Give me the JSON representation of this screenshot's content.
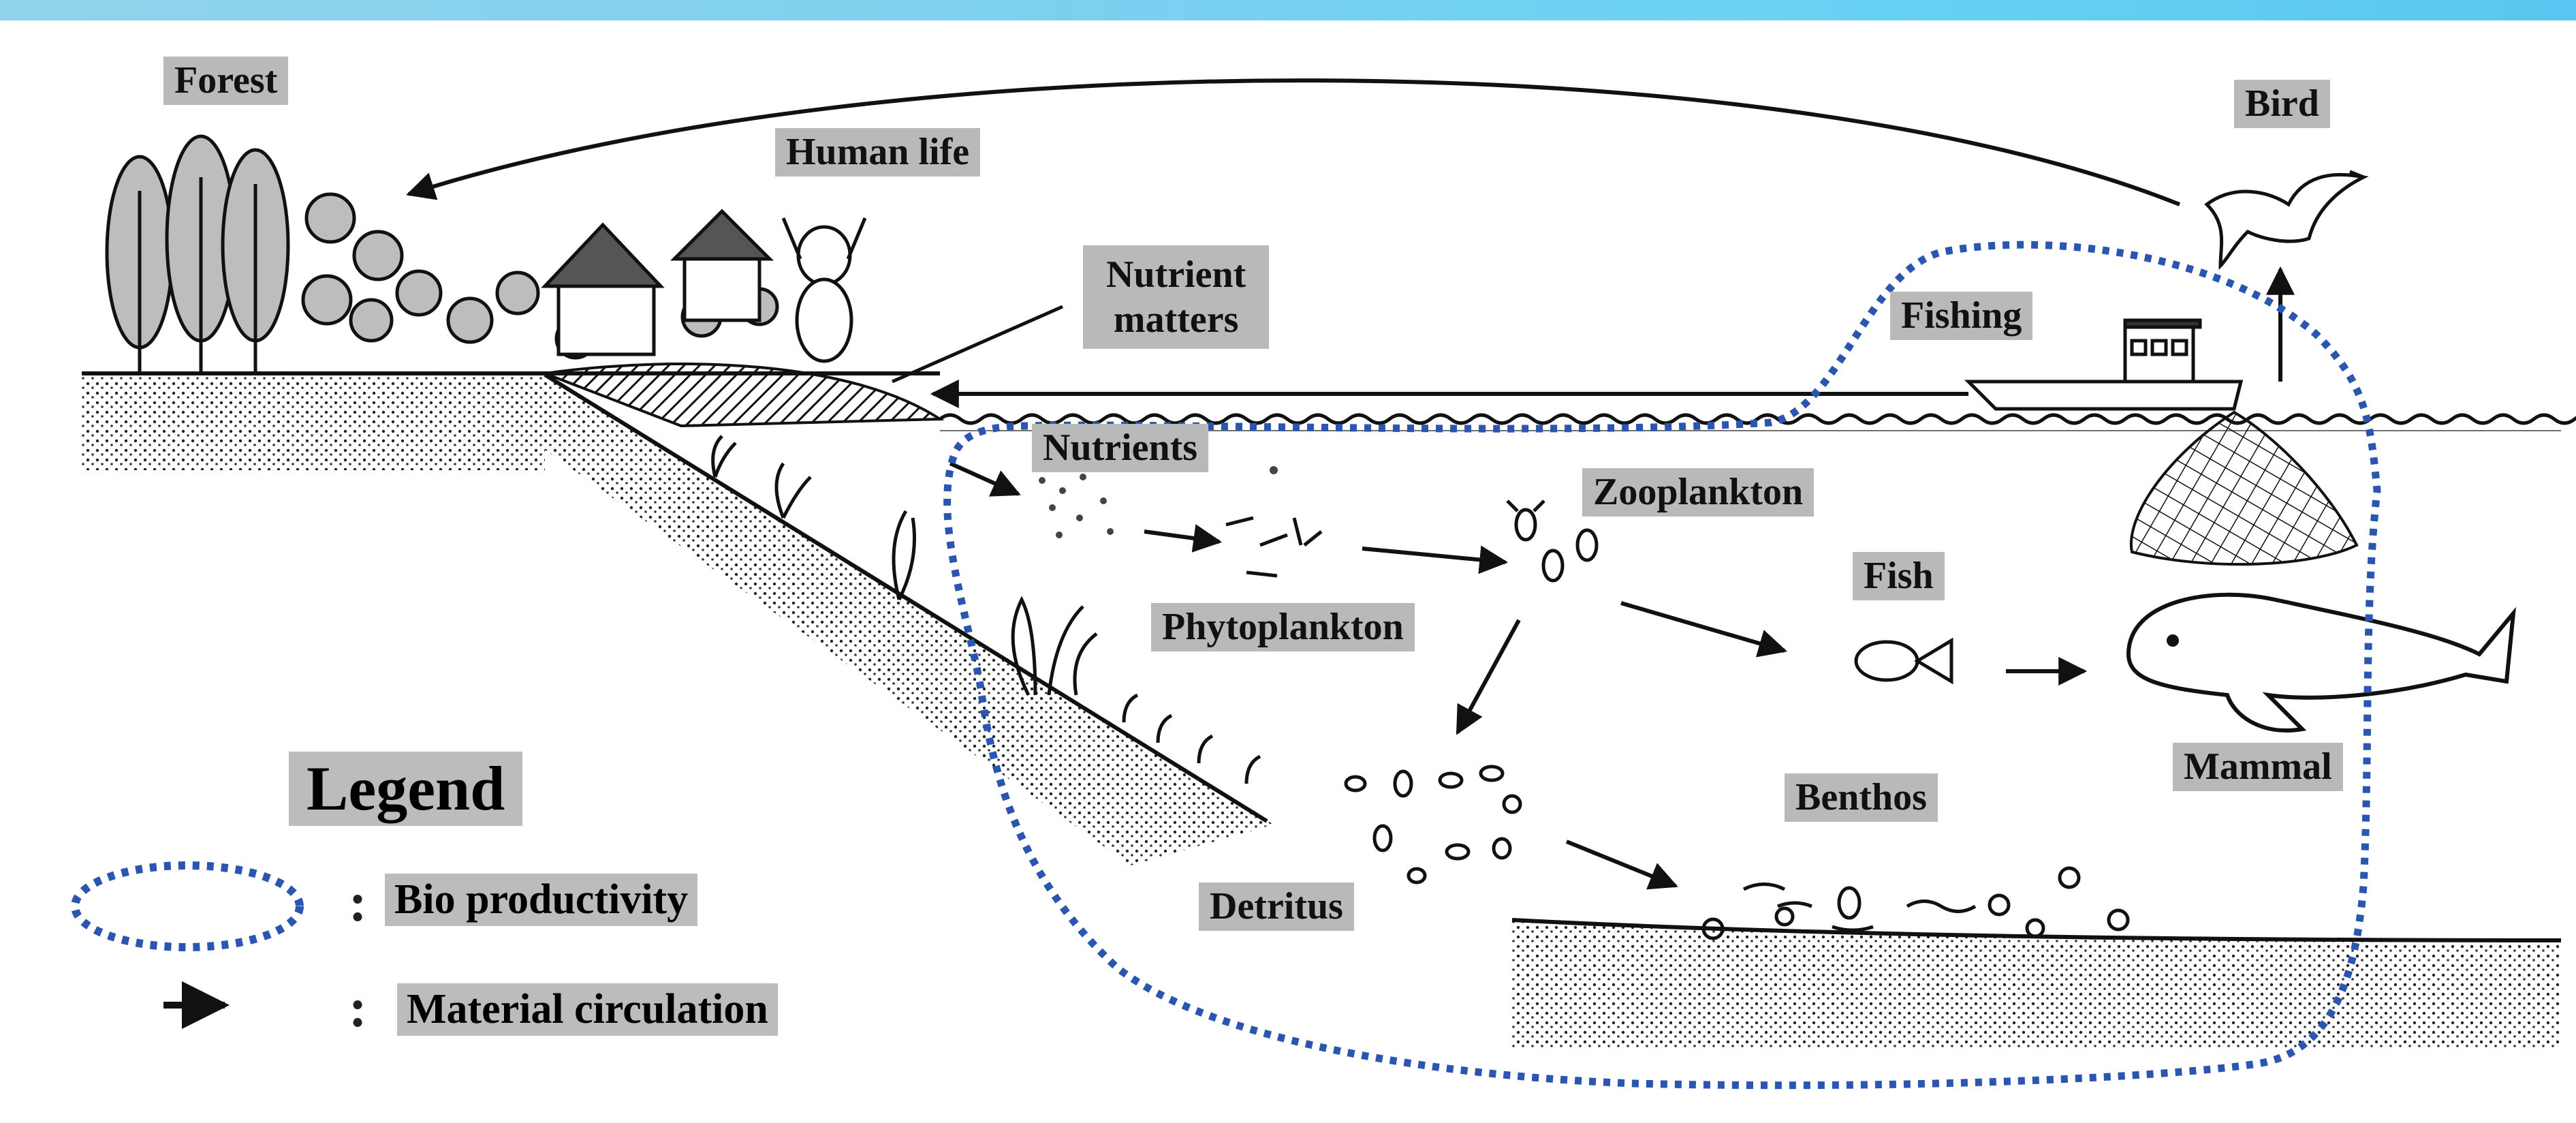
{
  "labels": {
    "forest": "Forest",
    "human_life": "Human life",
    "nutrient_matters": "Nutrient\nmatters",
    "bird": "Bird",
    "fishing": "Fishing",
    "nutrients": "Nutrients",
    "zooplankton": "Zooplankton",
    "phytoplankton": "Phytoplankton",
    "fish": "Fish",
    "mammal": "Mammal",
    "benthos": "Benthos",
    "detritus": "Detritus"
  },
  "legend": {
    "title": "Legend",
    "bio_productivity": "Bio productivity",
    "material_circulation": "Material circulation",
    "separator": ":"
  },
  "colors": {
    "header_bar": "#7dd0ef",
    "label_bg": "#b9b9b9",
    "bio_productivity_dots": "#2a56b0",
    "ink": "#111111"
  }
}
